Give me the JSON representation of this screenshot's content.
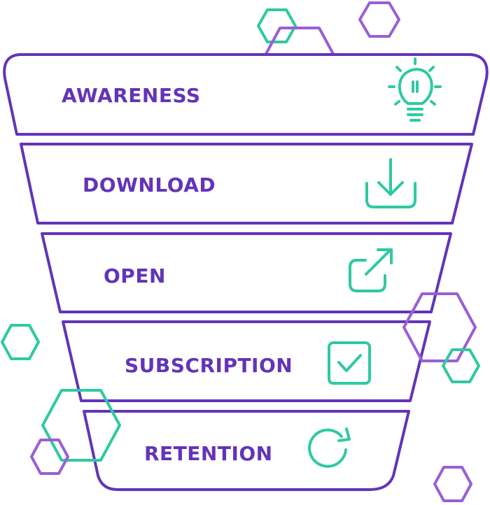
{
  "funnel": {
    "stages": [
      {
        "label": "AWARENESS",
        "icon": "lightbulb-icon"
      },
      {
        "label": "DOWNLOAD",
        "icon": "download-icon"
      },
      {
        "label": "OPEN",
        "icon": "external-link-icon"
      },
      {
        "label": "SUBSCRIPTION",
        "icon": "checkbox-icon"
      },
      {
        "label": "RETENTION",
        "icon": "refresh-icon"
      }
    ]
  },
  "colors": {
    "purple": "#6234b9",
    "purple_light": "#9a5ed6",
    "teal": "#2ecaa1"
  }
}
